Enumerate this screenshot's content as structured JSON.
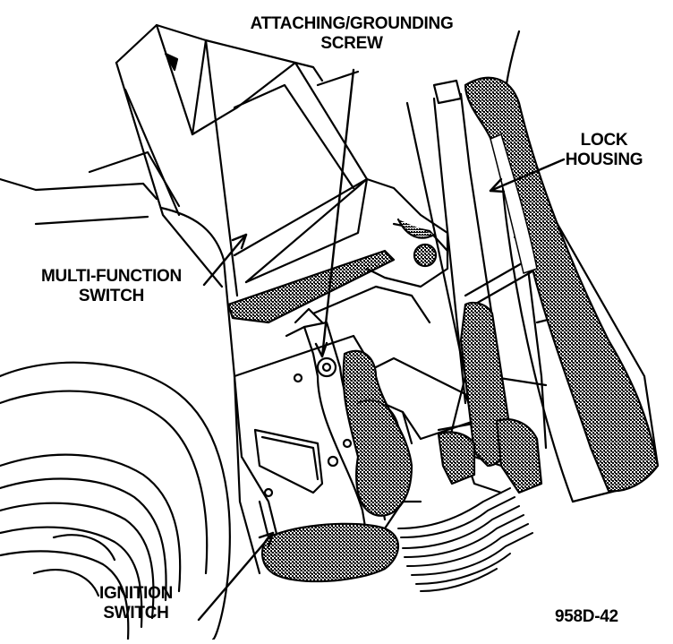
{
  "labels": {
    "attaching_screw": [
      "ATTACHING/GROUNDING",
      "SCREW"
    ],
    "lock_housing": [
      "LOCK",
      "HOUSING"
    ],
    "multi_function_switch": [
      "MULTI-FUNCTION",
      "SWITCH"
    ],
    "ignition_switch": [
      "IGNITION",
      "SWITCH"
    ],
    "figure_id": "958D-42"
  },
  "colors": {
    "ink": "#000000",
    "paper": "#ffffff",
    "stipple": "#6b6b6b"
  }
}
